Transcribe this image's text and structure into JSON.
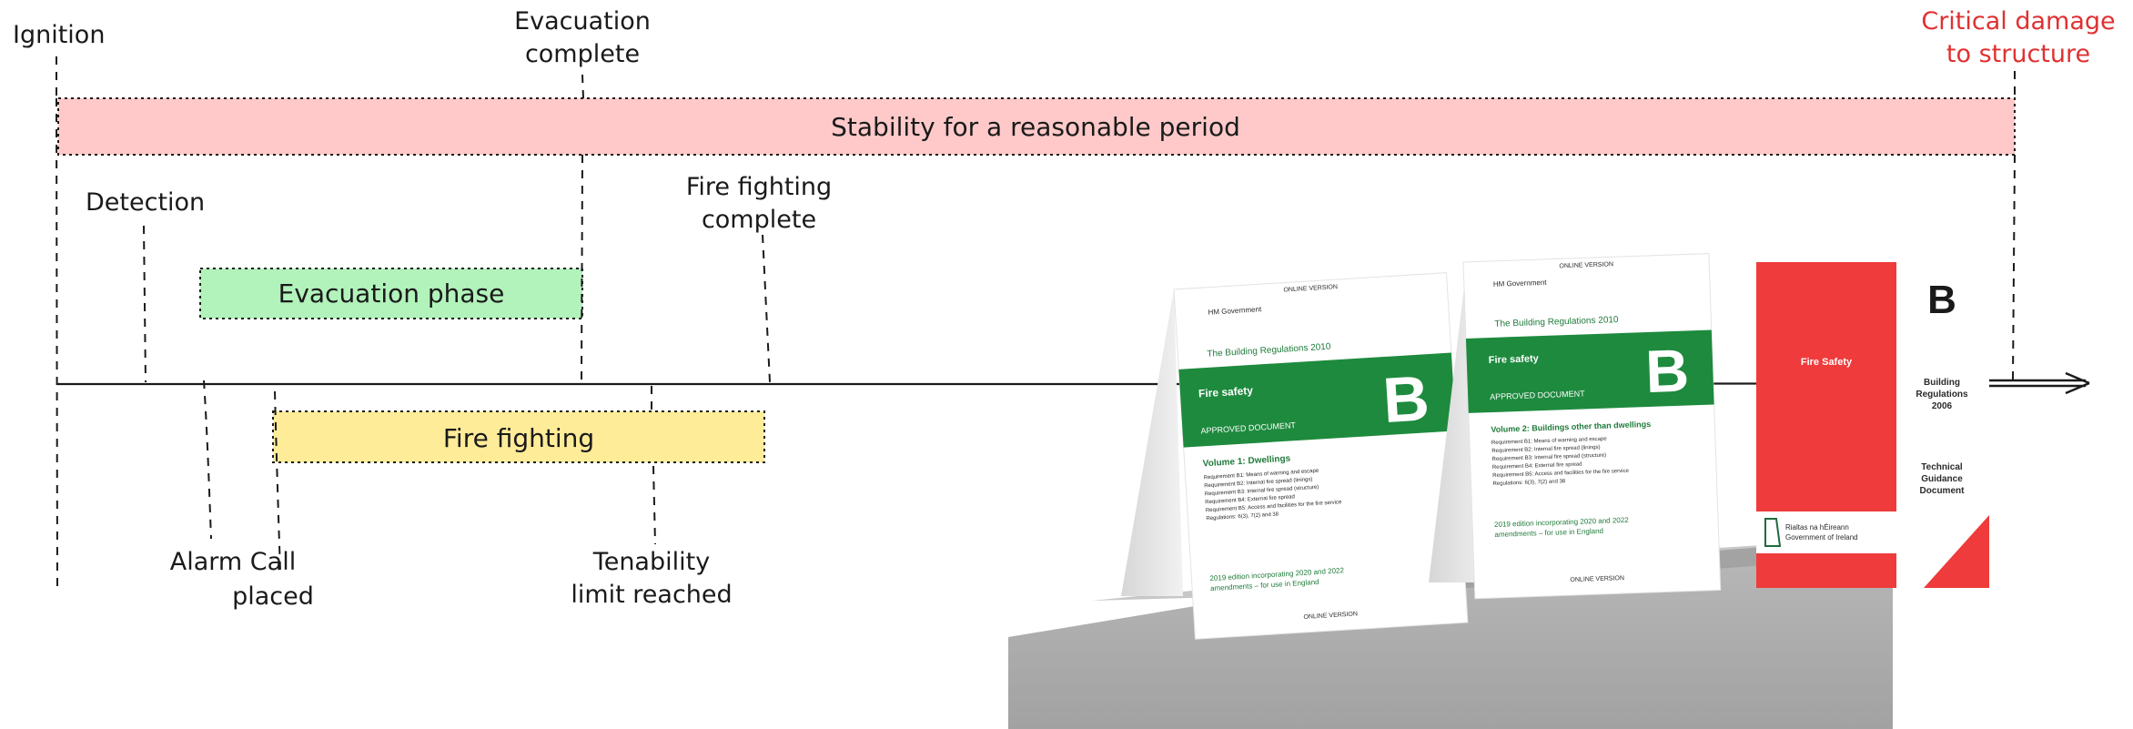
{
  "timeline": {
    "events": {
      "ignition": "Ignition",
      "evacuation_complete": [
        "Evacuation",
        "complete"
      ],
      "critical_damage": [
        "Critical damage",
        "to structure"
      ],
      "detection": "Detection",
      "fire_fighting_complete": [
        "Fire fighting",
        "complete"
      ],
      "alarm_call": [
        "Alarm Call",
        "placed"
      ],
      "tenability": [
        "Tenability",
        "limit reached"
      ]
    },
    "phases": {
      "stability": "Stability for a reasonable period",
      "evacuation": "Evacuation phase",
      "fire_fighting": "Fire fighting"
    },
    "colors": {
      "stability": "#ffc9c9",
      "evacuation": "#b2f2bb",
      "fire_fighting": "#ffec99",
      "critical": "#e03131"
    }
  },
  "documents": {
    "doc1": {
      "header": "ONLINE VERSION",
      "org": "HM Government",
      "series": "The Building Regulations 2010",
      "band_title": "Fire safety",
      "band_sub": "APPROVED DOCUMENT",
      "letter": "B",
      "volume": "Volume 1: Dwellings",
      "requirements": [
        "Requirement B1: Means of warning and escape",
        "Requirement B2: Internal fire spread (linings)",
        "Requirement B3: Internal fire spread (structure)",
        "Requirement B4: External fire spread",
        "Requirement B5: Access and facilities for the fire service",
        "Regulations: 6(3), 7(2) and 38"
      ],
      "edition": [
        "2019 edition incorporating 2020 and 2022",
        "amendments – for use in England"
      ],
      "footer": "ONLINE VERSION"
    },
    "doc2": {
      "header": "ONLINE VERSION",
      "org": "HM Government",
      "series": "The Building Regulations 2010",
      "band_title": "Fire safety",
      "band_sub": "APPROVED DOCUMENT",
      "letter": "B",
      "volume": "Volume 2: Buildings other than dwellings",
      "requirements": [
        "Requirement B1: Means of warning and escape",
        "Requirement B2: Internal fire spread (linings)",
        "Requirement B3: Internal fire spread (structure)",
        "Requirement B4: External fire spread",
        "Requirement B5: Access and facilities for the fire service",
        "Regulations: 6(3), 7(2) and 38"
      ],
      "edition": [
        "2019 edition incorporating 2020 and 2022",
        "amendments – for use in England"
      ],
      "footer": "ONLINE VERSION"
    },
    "doc3": {
      "title": "Fire Safety",
      "letter": "B",
      "subtitle": [
        "Building",
        "Regulations",
        "2006"
      ],
      "type": [
        "Technical",
        "Guidance",
        "Document"
      ],
      "govt": [
        "Rialtas na hÉireann",
        "Government of Ireland"
      ]
    }
  }
}
